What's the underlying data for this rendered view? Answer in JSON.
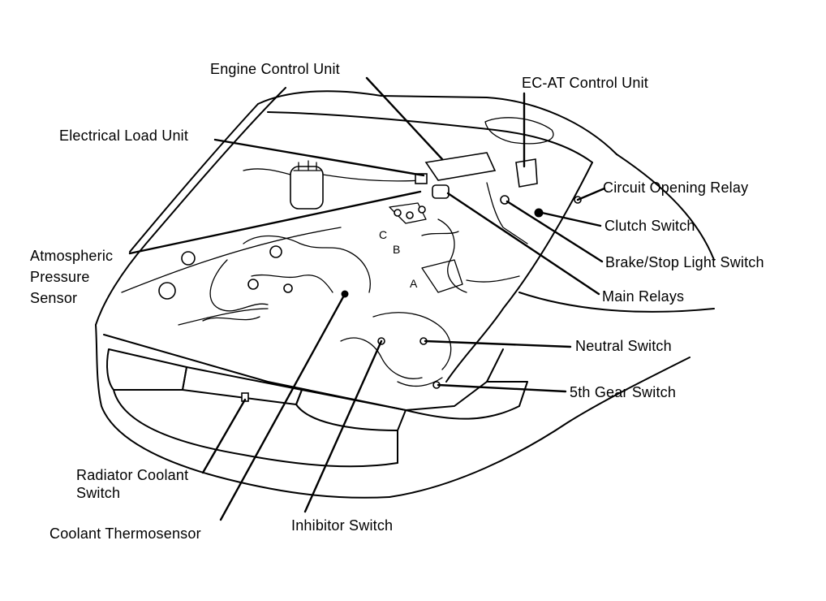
{
  "labels": {
    "engine_control_unit": "Engine Control Unit",
    "ec_at_control_unit": "EC-AT Control Unit",
    "electrical_load_unit": "Electrical Load Unit",
    "circuit_opening_relay": "Circuit Opening Relay",
    "clutch_switch": "Clutch Switch",
    "atmospheric_pressure_sensor": "Atmospheric Pressure Sensor",
    "brake_stop_light_switch": "Brake/Stop Light Switch",
    "main_relays": "Main Relays",
    "neutral_switch": "Neutral Switch",
    "fifth_gear_switch": "5th Gear Switch",
    "radiator_coolant_switch": "Radiator Coolant Switch",
    "coolant_thermosensor": "Coolant Thermosensor",
    "inhibitor_switch": "Inhibitor Switch"
  },
  "callout_letters": {
    "a": "A",
    "b": "B",
    "c": "C"
  }
}
